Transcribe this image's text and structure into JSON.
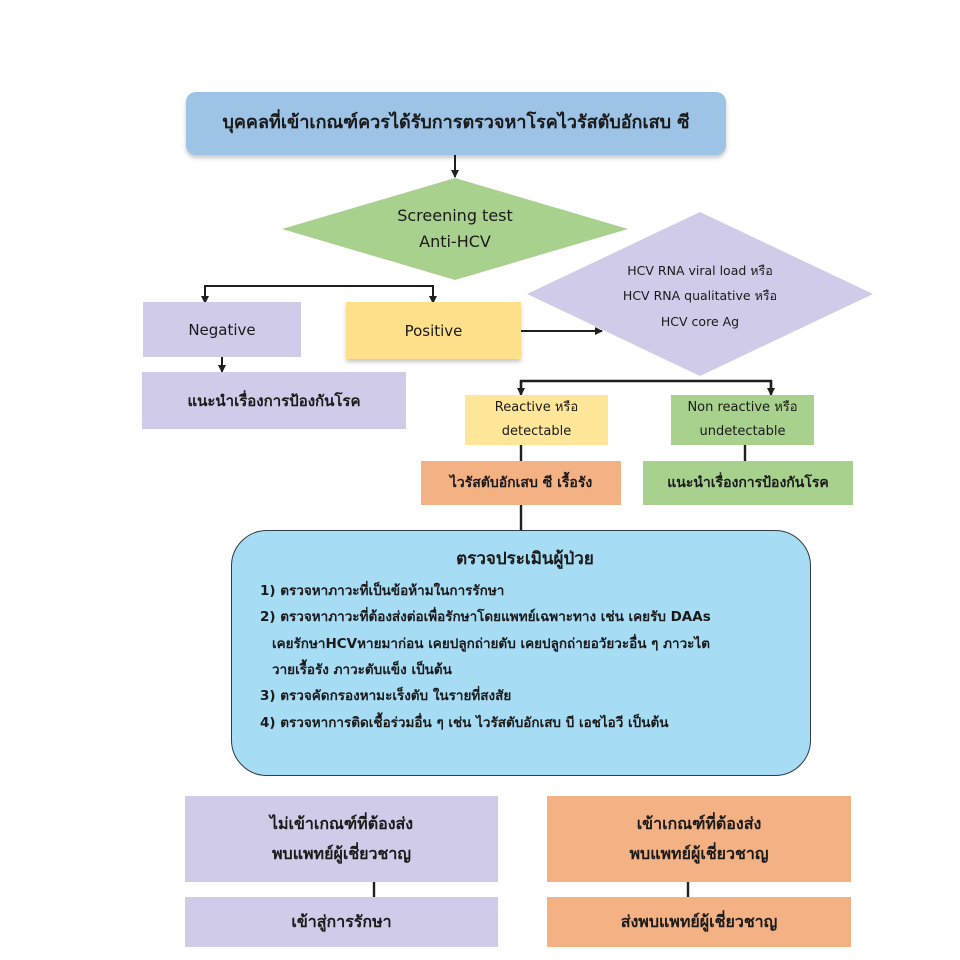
{
  "colors": {
    "top": "#9dc3e6",
    "green_diamond": "#a9d18e",
    "lavender": "#cfcbe8",
    "positive": "#ffe08a",
    "reactive": "#ffe699",
    "nonreactive": "#a9d18e",
    "salmon": "#f4b183",
    "assess": "#a7dcf5",
    "arrow": "#1f1f1f"
  },
  "top_box": {
    "text": "บุคคลที่เข้าเกณฑ์ควรได้รับการตรวจหาโรคไวรัสตับอักเสบ ซี"
  },
  "screening": {
    "line1": "Screening test",
    "line2": "Anti-HCV"
  },
  "confirm": {
    "line1": "HCV RNA viral load หรือ",
    "line2": "HCV RNA qualitative หรือ",
    "line3": "HCV core Ag"
  },
  "negative": {
    "text": "Negative"
  },
  "positive": {
    "text": "Positive"
  },
  "negative_advice": {
    "text": "แนะนำเรื่องการป้องกันโรค"
  },
  "reactive": {
    "line1": "Reactive หรือ",
    "line2": "detectable"
  },
  "nonreactive": {
    "line1": "Non reactive หรือ",
    "line2": "undetectable"
  },
  "chronic": {
    "text": "ไวรัสตับอักเสบ ซี เรื้อรัง"
  },
  "nonreactive_advice": {
    "text": "แนะนำเรื่องการป้องกันโรค"
  },
  "assessment": {
    "title": "ตรวจประเมินผู้ป่วย",
    "item1": "1) ตรวจหาภาวะที่เป็นข้อห้ามในการรักษา",
    "item2_l1": "2) ตรวจหาภาวะที่ต้องส่งต่อเพื่อรักษาโดยแพทย์เฉพาะทาง เช่น เคยรับ DAAs",
    "item2_l2": "เคยรักษาHCVหายมาก่อน เคยปลูกถ่ายตับ เคยปลูกถ่ายอวัยวะอื่น ๆ ภาวะไต",
    "item2_l3": "วายเรื้อรัง ภาวะตับแข็ง เป็นต้น",
    "item3": "3) ตรวจคัดกรองหามะเร็งตับ ในรายที่สงสัย",
    "item4": "4) ตรวจหาการติดเชื้อร่วมอื่น ๆ เช่น ไวรัสตับอักเสบ บี  เอชไอวี เป็นต้น"
  },
  "no_refer": {
    "line1": "ไม่เข้าเกณฑ์ที่ต้องส่ง",
    "line2": "พบแพทย์ผู้เชี่ยวชาญ"
  },
  "refer": {
    "line1": "เข้าเกณฑ์ที่ต้องส่ง",
    "line2": "พบแพทย์ผู้เชี่ยวชาญ"
  },
  "treatment": {
    "text": "เข้าสู่การรักษา"
  },
  "send_specialist": {
    "text": "ส่งพบแพทย์ผู้เชี่ยวชาญ"
  }
}
